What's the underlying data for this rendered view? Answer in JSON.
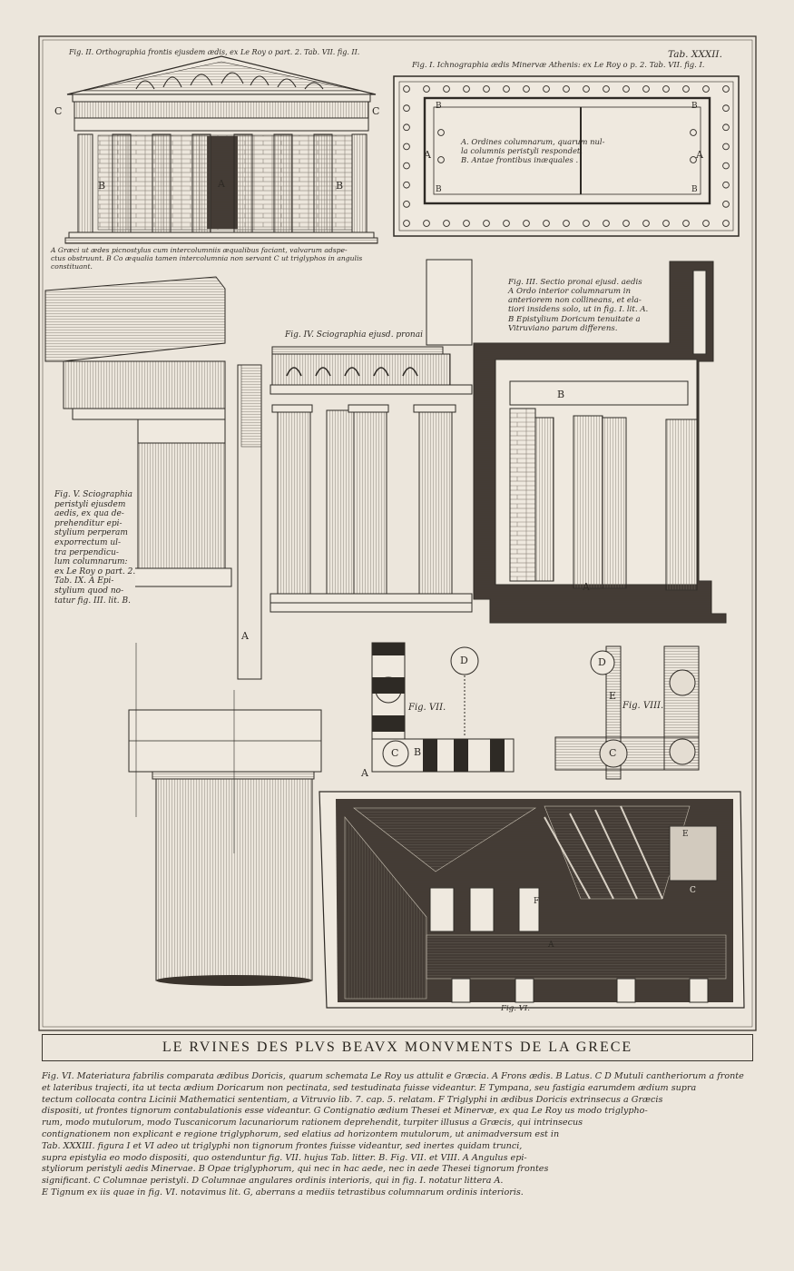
{
  "plate": {
    "number": "Tab. XXXII.",
    "title": "LE RVINES DES PLVS BEAVX MONVMENTS DE LA GRECE"
  },
  "fig2": {
    "caption": "Fig. II. Orthographia frontis ejusdem ædis, ex Le Roy o part. 2. Tab. VII. fig. II.",
    "note": "A Græci ut ædes picnostylus cum intercolumniis æqualibus faciant, valvarum adspe-\nctus obstruunt. B Co æqualia tamen intercolumnia non servant C ut triglyphos in angulis constituant.",
    "labels": [
      "C",
      "C",
      "B",
      "A",
      "B"
    ]
  },
  "fig1": {
    "caption": "Fig. I. Ichnographia ædis Minervæ Athenis: ex Le Roy o p. 2. Tab. VII. fig. I.",
    "legend": "A. Ordines columnarum, quarum nul-\nla columnis peristyli respondet.\nB. Antae frontibus inæquales .",
    "labels": [
      "B",
      "B",
      "B",
      "B",
      "A",
      "A"
    ]
  },
  "fig3": {
    "caption": "Fig. III. Sectio pronai ejusd. aedis\nA Ordo interior columnarum in\nanteriorem non collineans, et ela-\ntiori insidens solo, ut in fig. I. lit. A.\nB Epistylium Doricum tenuitate a\nVitruviano parum differens.",
    "labels": [
      "B",
      "A"
    ]
  },
  "fig4": {
    "caption": "Fig. IV. Sciographia ejusd. pronai"
  },
  "fig5": {
    "caption": "Fig. V. Sciographia\nperistyli ejusdem\naedis, ex qua de-\nprehenditur epi-\nstylium perperam\nexporrectum ul-\ntra perpendicu-\nlum columnarum:\nex Le Roy o part. 2.\nTab. IX. A Epi-\nstylium quod no-\ntatur fig. III. lit. B.",
    "labels": [
      "A"
    ]
  },
  "fig7": {
    "caption": "Fig. VII.",
    "labels": [
      "D",
      "A",
      "B",
      "C"
    ]
  },
  "fig8": {
    "caption": "Fig. VIII.",
    "labels": [
      "D",
      "E",
      "C"
    ]
  },
  "fig6": {
    "caption": "Fig. VI.",
    "labels": [
      "E",
      "C",
      "F",
      "A"
    ]
  },
  "bottom_text": "Fig. VI. Materiatura fabrilis comparata ædibus Doricis, quarum schemata Le Roy us attulit e Græcia. A Frons ædis. B Latus. C D Mutuli cantheriorum a fronte\net lateribus trajecti, ita ut tecta ædium Doricarum non pectinata, sed testudinata fuisse videantur. E Tympana, seu fastigia earumdem ædium supra\ntectum collocata contra Licinii Mathematici sententiam, a Vitruvio lib. 7. cap. 5. relatam. F Triglyphi in ædibus Doricis extrinsecus a Græcis\ndispositi, ut frontes tignorum contabulationis esse videantur. G Contignatio ædium Thesei et Minervæ, ex qua Le Roy us modo triglypho-\nrum, modo mutulorum, modo Tuscanicorum lacunariorum rationem deprehendit, turpiter illusus a Græcis, qui intrinsecus\ncontignationem non explicant e regione triglyphorum, sed elatius ad horizontem mutulorum, ut animadversum est in\nTab. XXXIII. figura I et VI adeo ut triglyphi non tignorum frontes fuisse videantur, sed inertes quidam trunci,\nsupra epistylia eo modo dispositi, quo ostenduntur fig. VII. hujus Tab. litter. B.      Fig. VII. et VIII.   A Angulus epi-\nstyliorum peristyli aedis Minervae. B Opae triglyphorum, qui nec in hac aede, nec in aede Thesei tignorum frontes\nsignificant. C Columnae peristyli. D Columnae angulares ordinis interioris, qui in fig. I. notatur littera A.\nE Tignum ex iis quae in fig. VI. notavimus lit. G, aberrans a mediis tetrastibus columnarum ordinis interioris."
}
